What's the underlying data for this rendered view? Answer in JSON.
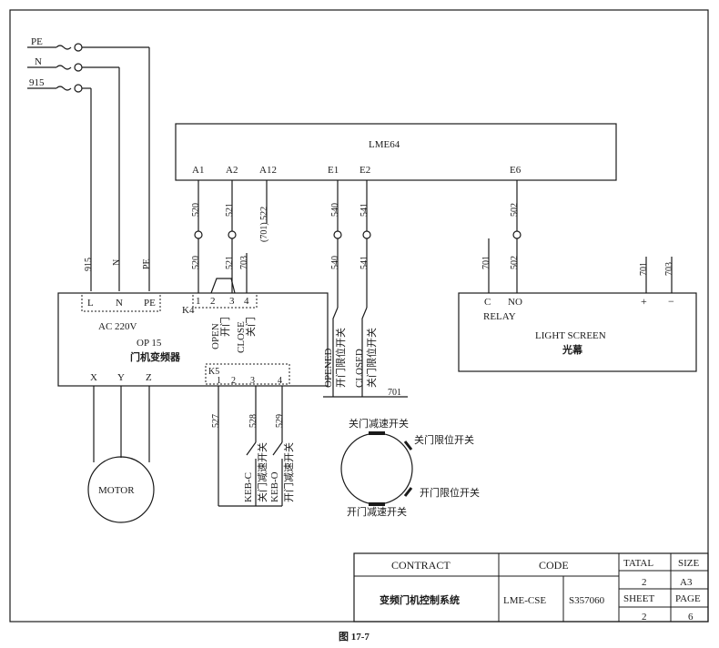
{
  "supply": {
    "pe": "PE",
    "n": "N",
    "l915": "915"
  },
  "feed_labels": {
    "l": "915",
    "n": "N",
    "pe": "PE"
  },
  "lme64": {
    "title": "LME64",
    "terminals": [
      "A1",
      "A2",
      "A12",
      "E1",
      "E2",
      "E6"
    ],
    "wires_top": [
      "520",
      "521",
      "(701) 522",
      "540",
      "541",
      "502"
    ],
    "wires_mid": [
      "520",
      "521",
      "703",
      "540",
      "541",
      "502"
    ],
    "wire_extra": "521"
  },
  "inverter": {
    "power_terms": [
      "L",
      "N",
      "PE"
    ],
    "k4_label": "K4",
    "k4_pins": [
      "1",
      "2",
      "3",
      "4"
    ],
    "open_en": "OPEN",
    "open_cn": "开门",
    "close_en": "CLOSE",
    "close_cn": "关门",
    "ac": "AC 220V",
    "model": "OP 15",
    "name_cn": "门机变频器",
    "k5_label": "K5",
    "k5_pins": [
      "1",
      "2",
      "3",
      "4"
    ],
    "out_terms": [
      "X",
      "Y",
      "Z"
    ]
  },
  "motor": {
    "label": "MOTOR"
  },
  "limit_switches": {
    "opened_en": "OPENED",
    "opened_cn": "开门限位开关",
    "closed_en": "CLOSED",
    "closed_cn": "关门限位开关",
    "wire": "701"
  },
  "keb": {
    "wires": [
      "527",
      "528",
      "529"
    ],
    "kebc_en": "KEB-C",
    "kebc_cn": "关门减速开关",
    "kebo_en": "KEB-O",
    "kebo_cn": "开门减速开关"
  },
  "cam": {
    "top": "关门减速开关",
    "upper_right": "关门限位开关",
    "lower_right": "开门限位开关",
    "bottom": "开门减速开关"
  },
  "light_screen": {
    "wire_c": "701",
    "wire_no": "502",
    "wire_plus": "701",
    "wire_minus": "703",
    "c": "C",
    "no": "NO",
    "relay": "RELAY",
    "plus": "+",
    "minus": "−",
    "title_en": "LIGHT SCREEN",
    "title_cn": "光幕"
  },
  "title_block": {
    "contract_h": "CONTRACT",
    "code_h": "CODE",
    "tatal_h": "TATAL",
    "size_h": "SIZE",
    "tatal_v": "2",
    "size_v": "A3",
    "contract_v": "变频门机控制系统",
    "code_v1": "LME-CSE",
    "code_v2": "S357060",
    "sheet_h": "SHEET",
    "page_h": "PAGE",
    "sheet_v": "2",
    "page_v": "6"
  },
  "caption": "图 17-7"
}
